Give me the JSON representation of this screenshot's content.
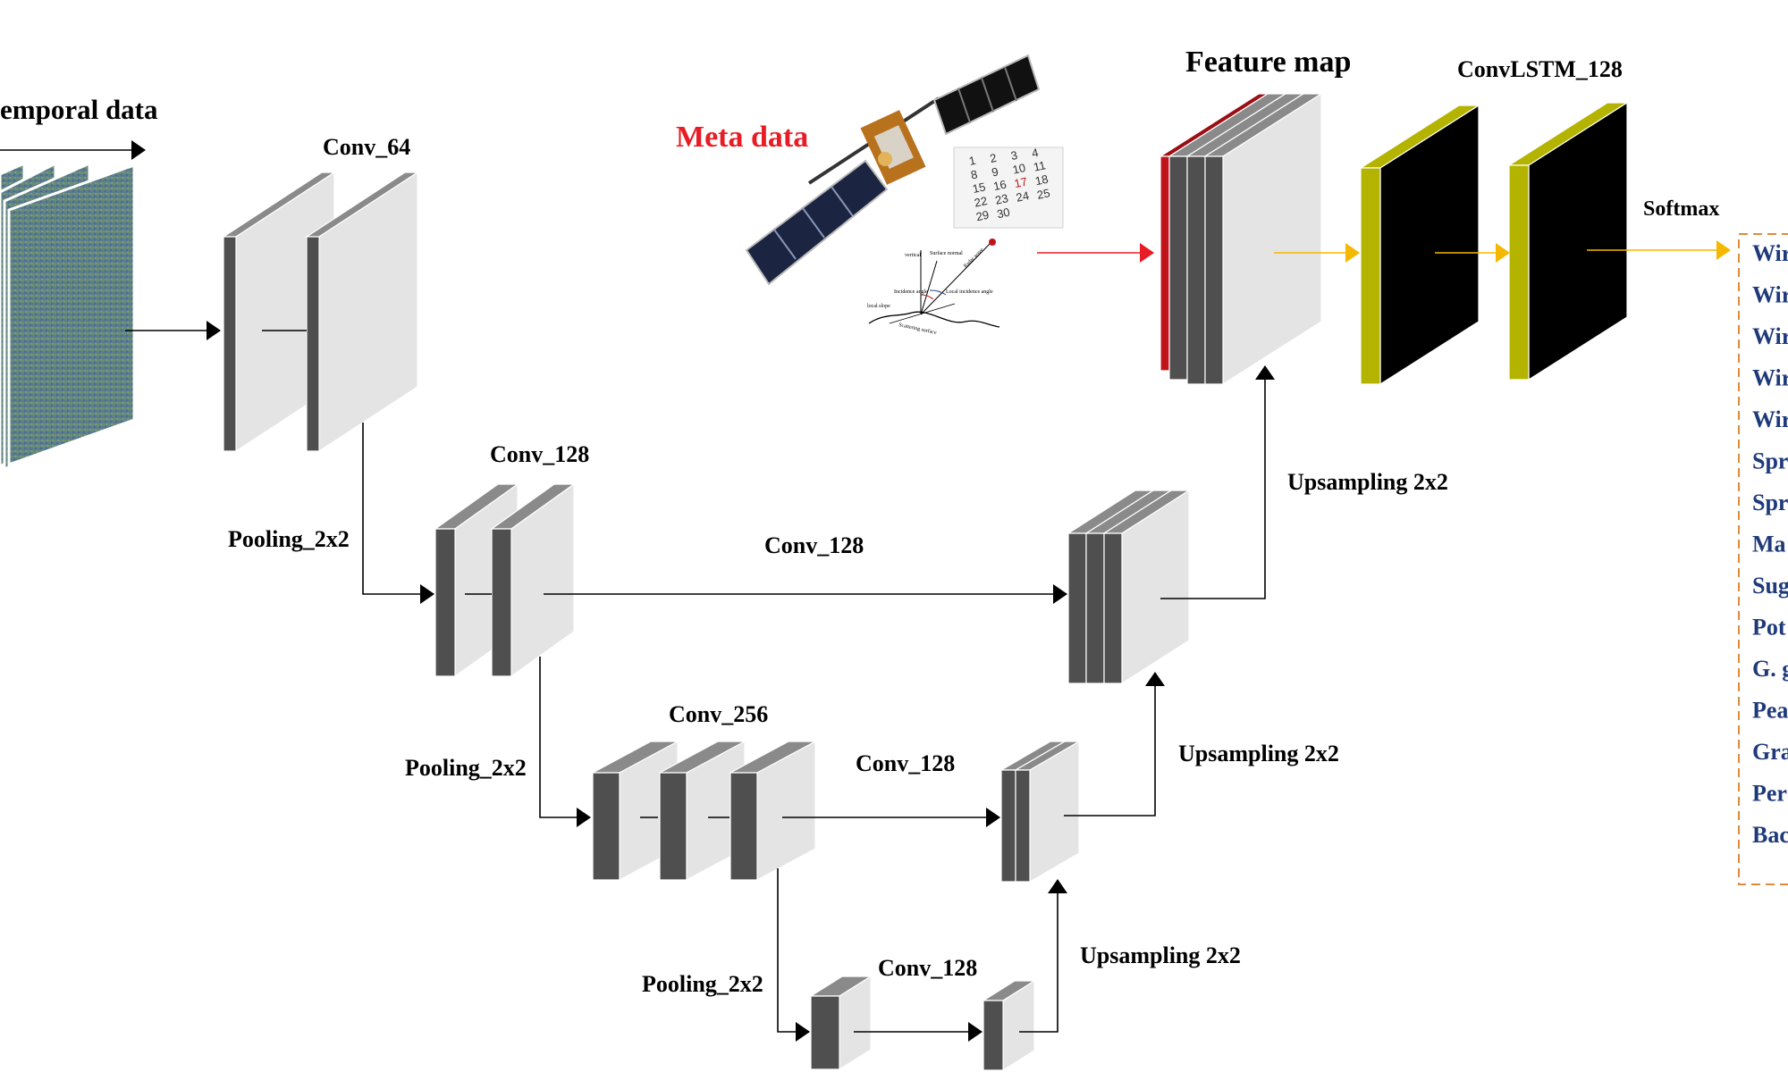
{
  "labels": {
    "temporal_data": "emporal data",
    "conv_64": "Conv_64",
    "conv_128_a": "Conv_128",
    "pooling_1": "Pooling_2x2",
    "conv_128_skip": "Conv_128",
    "pooling_2": "Pooling_2x2",
    "conv_256": "Conv_256",
    "conv_128_b": "Conv_128",
    "pooling_3": "Pooling_2x2",
    "conv_128_c": "Conv_128",
    "upsampling_1": "Upsampling 2x2",
    "upsampling_2": "Upsampling 2x2",
    "upsampling_3": "Upsampling 2x2",
    "meta_data": "Meta data",
    "feature_map": "Feature map",
    "convlstm": "ConvLSTM_128",
    "softmax": "Softmax"
  },
  "meta_sketch_labels": {
    "vertical": "vertical",
    "surface_normal": "Surface normal",
    "radar_wave": "Radar wave",
    "incidence_angle": "Incidence angle",
    "local_incidence_angle": "Local incidence angle",
    "local_slope": "local slope",
    "scattering_surface": "Scattering surface"
  },
  "calendar_numbers": [
    "1",
    "2",
    "3",
    "4",
    "8",
    "9",
    "10",
    "11",
    "15",
    "16",
    "17",
    "18",
    "22",
    "23",
    "24",
    "25",
    "29",
    "30"
  ],
  "classes": [
    "Wir",
    "Wir",
    "Wir",
    "Wir",
    "Wir",
    "Spr",
    "Spr",
    "Ma",
    "Sug",
    "Pot",
    "G. g",
    "Pea",
    "Gra",
    "Per",
    "Bac"
  ],
  "colors": {
    "block_side": "#4f4f4f",
    "block_face": "#e4e4e4",
    "block_top": "#8a8a8a",
    "convlstm_side": "#b3b300",
    "convlstm_face": "#000000",
    "feature_map_red": "#c0141a",
    "meta_arrow": "#e81c24",
    "softmax_arrow": "#f5b800",
    "meta_text": "#e81c24",
    "class_text": "#1f3a7a",
    "class_border": "#e08a3c"
  }
}
